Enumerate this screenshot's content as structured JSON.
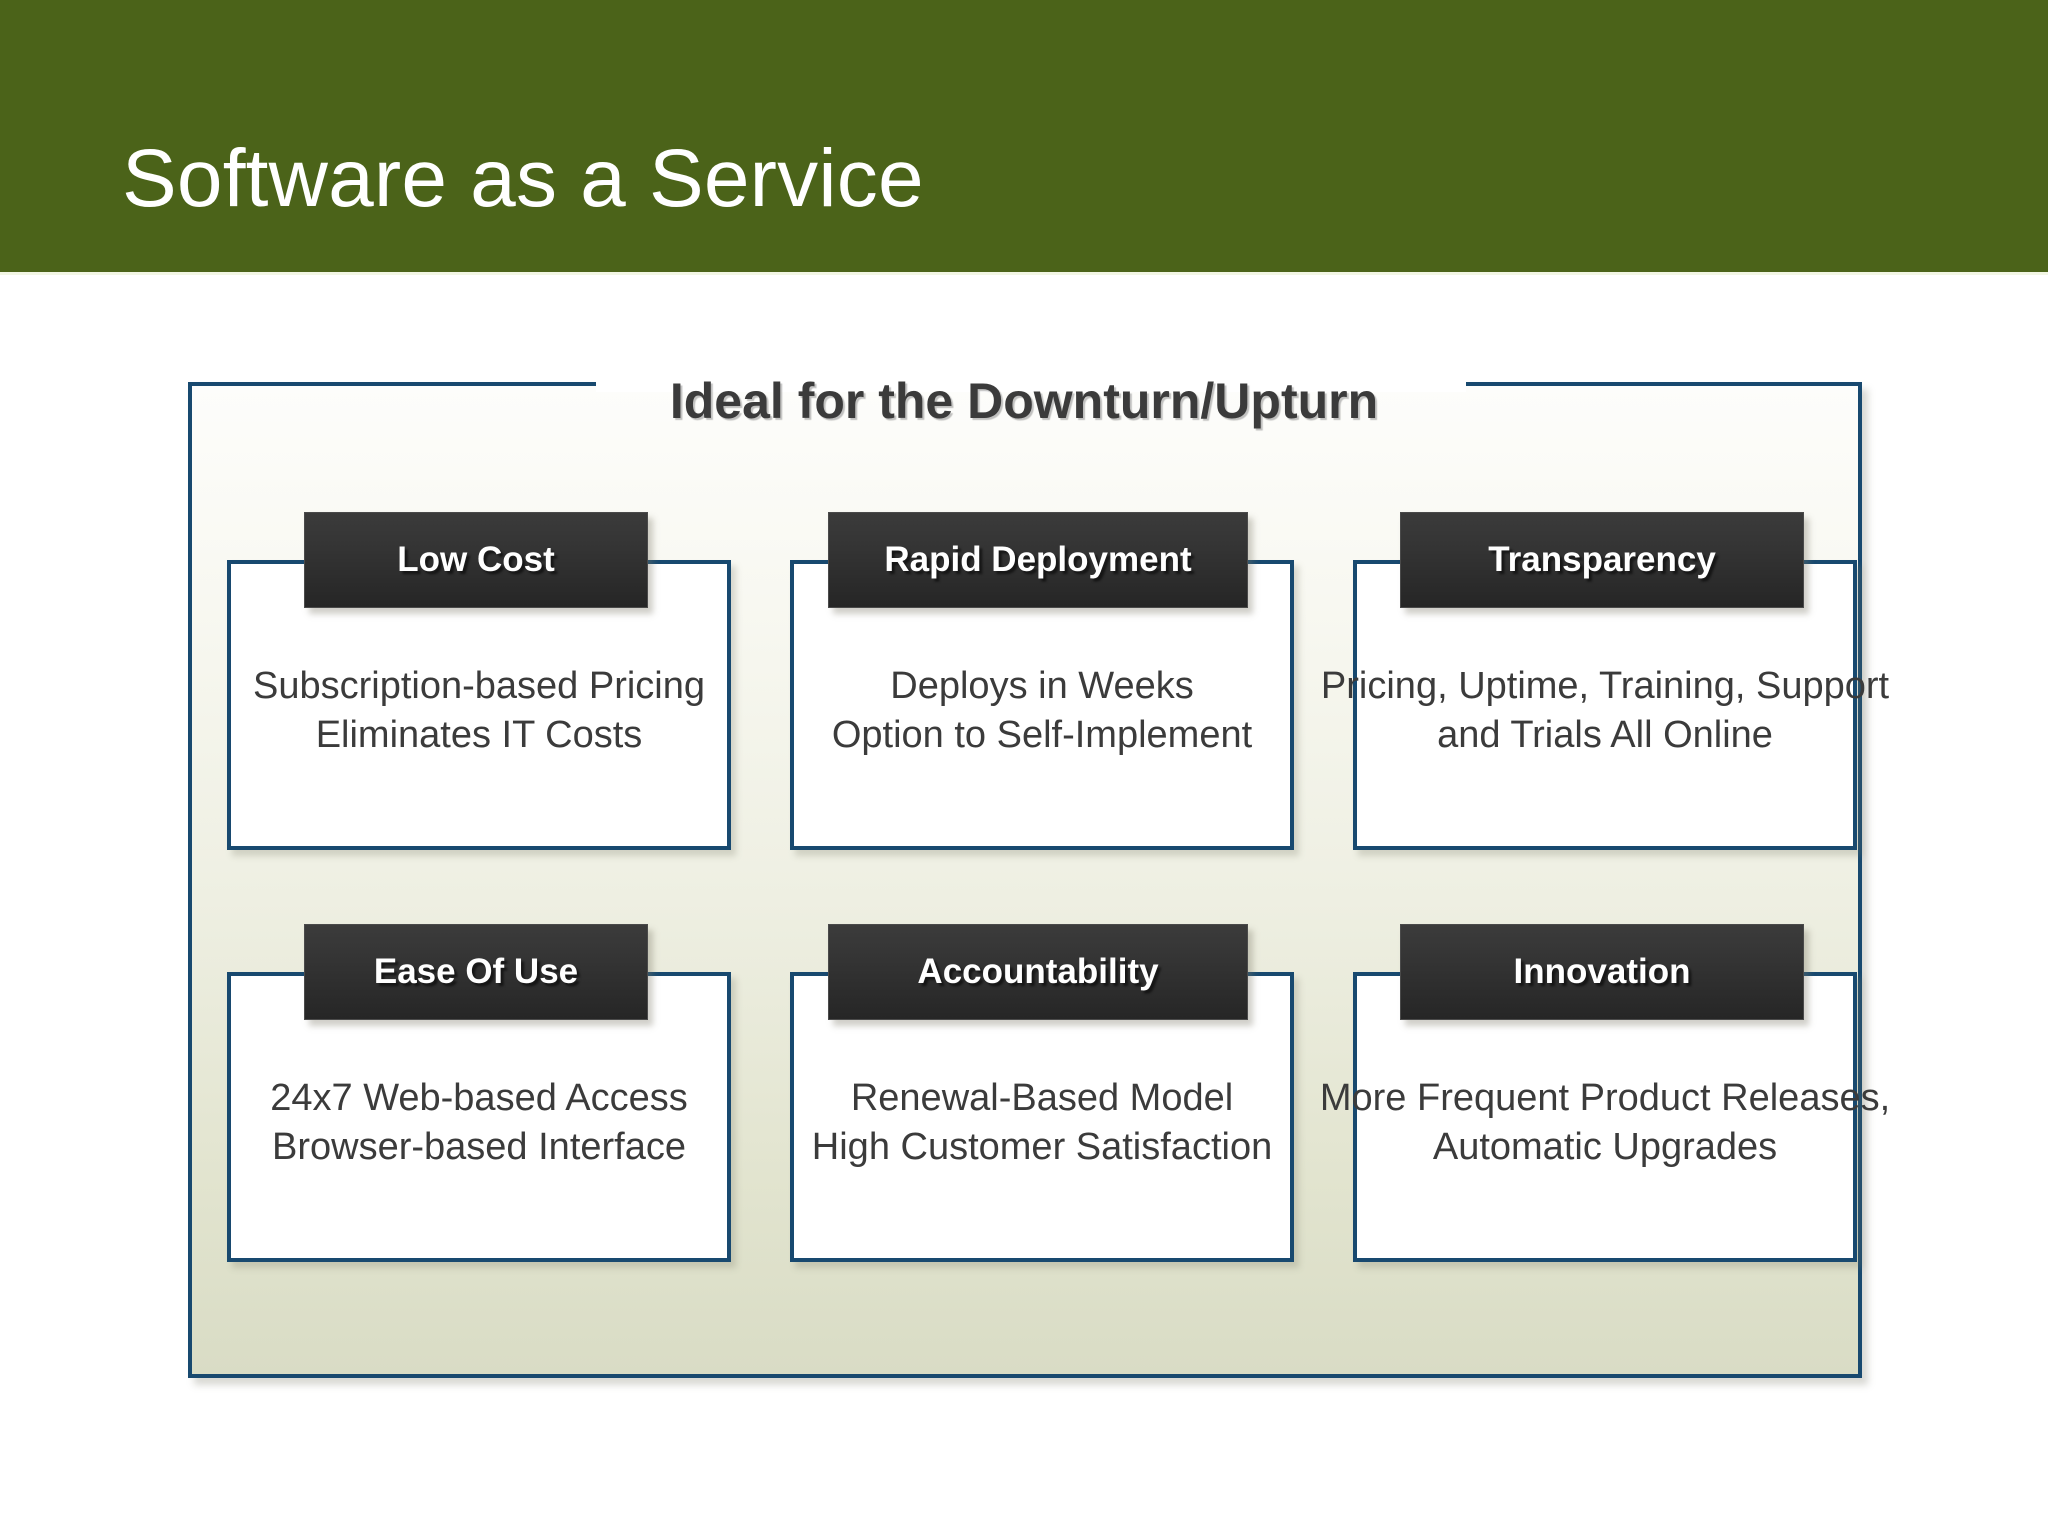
{
  "slide": {
    "title": "Software as a Service",
    "banner_color": "#4b6319",
    "title_color": "#ffffff",
    "background_color": "#ffffff"
  },
  "diagram": {
    "heading": "Ideal for the Downturn/Upturn",
    "border_color": "#18496f",
    "heading_color": "#3b3b3b",
    "fill_top_color": "#fdfdfb",
    "fill_bottom_color": "#d9dcc5",
    "cards": [
      {
        "title": "Low Cost",
        "text": "Subscription-based Pricing\nEliminates IT Costs"
      },
      {
        "title": "Rapid Deployment",
        "text": "Deploys in Weeks\nOption to Self-Implement"
      },
      {
        "title": "Transparency",
        "text": "Pricing, Uptime, Training, Support and Trials All Online"
      },
      {
        "title": "Ease Of Use",
        "text": "24x7 Web-based Access\nBrowser-based Interface"
      },
      {
        "title": "Accountability",
        "text": "Renewal-Based Model\nHigh Customer Satisfaction"
      },
      {
        "title": "Innovation",
        "text": "More Frequent Product Releases, Automatic Upgrades"
      }
    ],
    "card_header_color": "#343434",
    "card_header_text_color": "#ffffff",
    "card_body_color": "#ffffff",
    "card_text_color": "#3b3b3b"
  }
}
